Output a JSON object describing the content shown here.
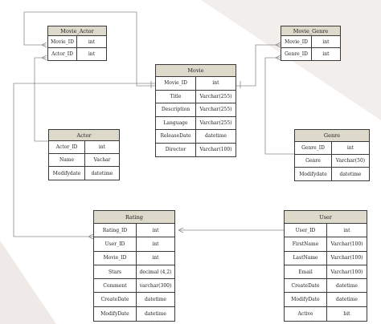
{
  "colors": {
    "header": "#ddd9cb",
    "border": "#3a3a3a",
    "connector": "#8c8c8c",
    "background_shape": "#eee9e6"
  },
  "entities": {
    "movie_actor": {
      "title": "Movie_Actor",
      "rows": [
        {
          "field": "Movie_ID",
          "type": "int"
        },
        {
          "field": "Actor_ID",
          "type": "int"
        }
      ]
    },
    "movie_genre": {
      "title": "Movie_Genre",
      "rows": [
        {
          "field": "Movie_ID",
          "type": "int"
        },
        {
          "field": "Genre_ID",
          "type": "int"
        }
      ]
    },
    "movie": {
      "title": "Movie",
      "rows": [
        {
          "field": "Movie_ID",
          "type": "int"
        },
        {
          "field": "Title",
          "type": "Varchar(255)"
        },
        {
          "field": "Description",
          "type": "Varchar(255)"
        },
        {
          "field": "Language",
          "type": "Varchar(255)"
        },
        {
          "field": "ReleaseDate",
          "type": "datetime"
        },
        {
          "field": "Director",
          "type": "Varchar(100)"
        }
      ]
    },
    "actor": {
      "title": "Actor",
      "rows": [
        {
          "field": "Actor_ID",
          "type": "int"
        },
        {
          "field": "Name",
          "type": "Vachar"
        },
        {
          "field": "Modifydate",
          "type": "datetime"
        }
      ]
    },
    "genre": {
      "title": "Genre",
      "rows": [
        {
          "field": "Genre_ID",
          "type": "int"
        },
        {
          "field": "Genre",
          "type": "Varchar(50)"
        },
        {
          "field": "Modifydate",
          "type": "datetime"
        }
      ]
    },
    "rating": {
      "title": "Rating",
      "rows": [
        {
          "field": "Rating_ID",
          "type": "int"
        },
        {
          "field": "User_ID",
          "type": "int"
        },
        {
          "field": "Movie_ID",
          "type": "int"
        },
        {
          "field": "Stars",
          "type": "decimal (4,2)"
        },
        {
          "field": "Comment",
          "type": "varchar(300)"
        },
        {
          "field": "CreateDate",
          "type": "datetime"
        },
        {
          "field": "ModifyDate",
          "type": "datetime"
        }
      ]
    },
    "user": {
      "title": "User",
      "rows": [
        {
          "field": "User_ID",
          "type": "int"
        },
        {
          "field": "FirstName",
          "type": "Varchar(100)"
        },
        {
          "field": "LastName",
          "type": "Varchar(100)"
        },
        {
          "field": "Email",
          "type": "Varchar(100)"
        },
        {
          "field": "CreateDate",
          "type": "datetime"
        },
        {
          "field": "ModifyDate",
          "type": "datetime"
        },
        {
          "field": "Active",
          "type": "bit"
        }
      ]
    }
  }
}
